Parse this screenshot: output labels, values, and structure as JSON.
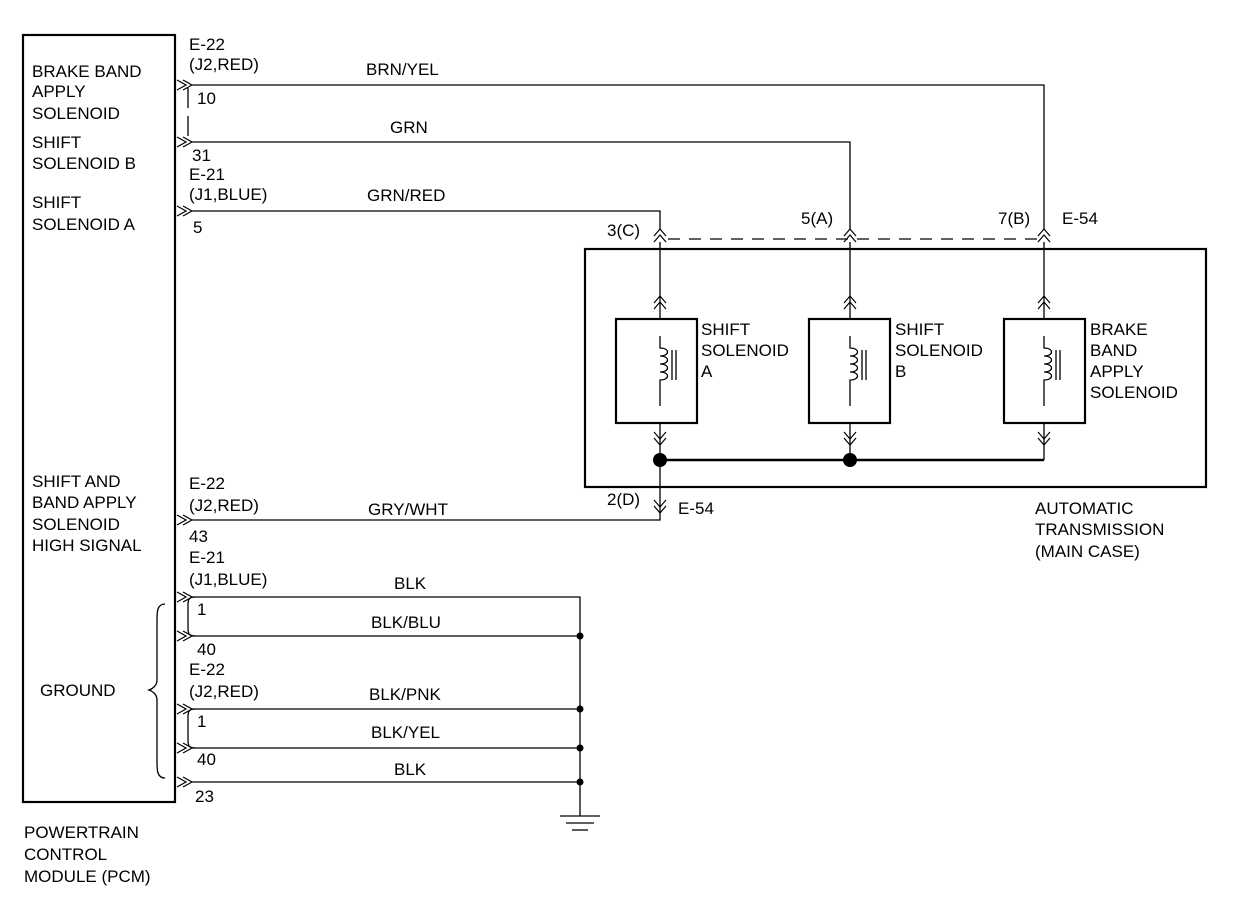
{
  "pcm": {
    "label": [
      "POWERTRAIN",
      "CONTROL",
      "MODULE (PCM)"
    ],
    "brake_band_label": [
      "BRAKE BAND",
      "APPLY",
      "SOLENOID"
    ],
    "shift_b_label": [
      "SHIFT",
      "SOLENOID B"
    ],
    "shift_a_label": [
      "SHIFT",
      "SOLENOID A"
    ],
    "high_signal_label": [
      "SHIFT AND",
      "BAND APPLY",
      "SOLENOID",
      "HIGH SIGNAL"
    ],
    "ground_label": "GROUND"
  },
  "connectors": {
    "e22_top": [
      "E-22",
      "(J2,RED)"
    ],
    "e21_top": [
      "E-21",
      "(J1,BLUE)"
    ],
    "e22_mid": [
      "E-22",
      "(J2,RED)"
    ],
    "e21_ground": [
      "E-21",
      "(J1,BLUE)"
    ],
    "e22_ground": [
      "E-22",
      "(J2,RED)"
    ],
    "e54_top": "E-54",
    "e54_bottom": "E-54"
  },
  "pins": {
    "p10": "10",
    "p31": "31",
    "p5": "5",
    "p43": "43",
    "p1a": "1",
    "p40a": "40",
    "p1b": "1",
    "p40b": "40",
    "p23": "23",
    "p3c": "3(C)",
    "p5a": "5(A)",
    "p7b": "7(B)",
    "p2d": "2(D)"
  },
  "wires": {
    "brn_yel": "BRN/YEL",
    "grn": "GRN",
    "grn_red": "GRN/RED",
    "gry_wht": "GRY/WHT",
    "blk1": "BLK",
    "blk_blu": "BLK/BLU",
    "blk_pnk": "BLK/PNK",
    "blk_yel": "BLK/YEL",
    "blk2": "BLK"
  },
  "transmission": {
    "label": [
      "AUTOMATIC",
      "TRANSMISSION",
      "(MAIN CASE)"
    ],
    "sol_a": [
      "SHIFT",
      "SOLENOID",
      "A"
    ],
    "sol_b": [
      "SHIFT",
      "SOLENOID",
      "B"
    ],
    "sol_brake": [
      "BRAKE",
      "BAND",
      "APPLY",
      "SOLENOID"
    ]
  }
}
